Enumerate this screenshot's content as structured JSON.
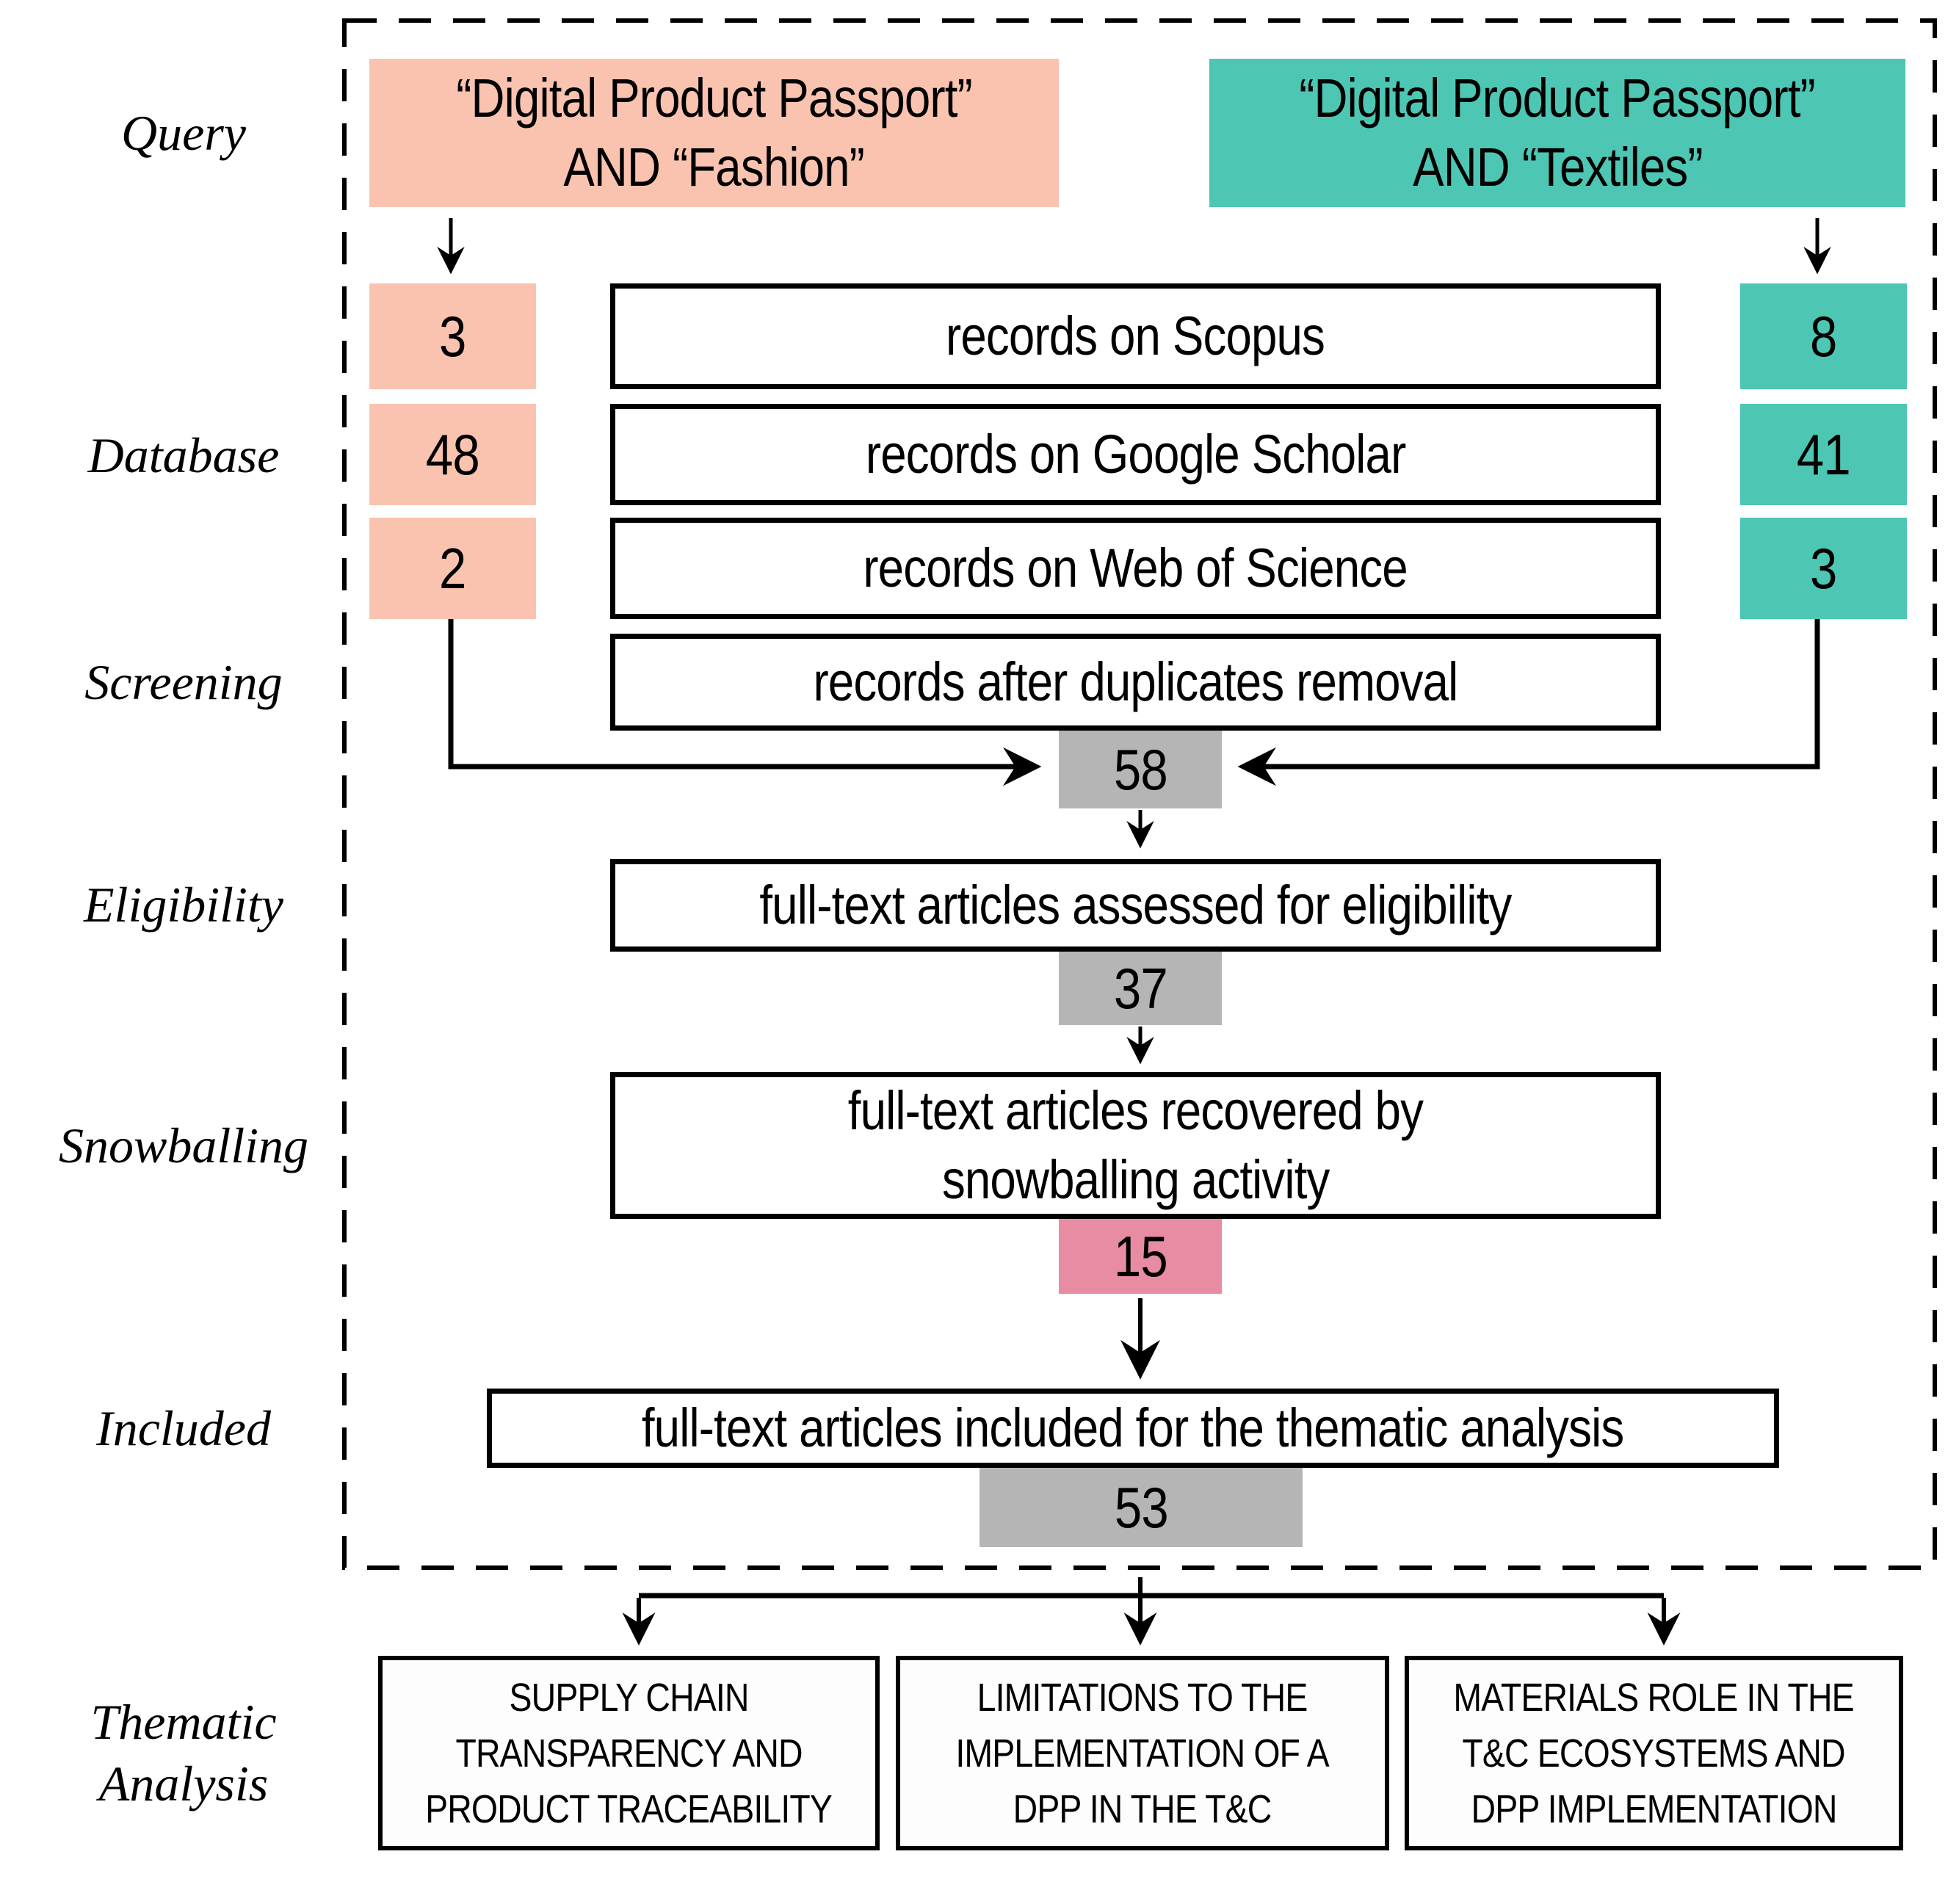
{
  "stage_labels": {
    "query": "Query",
    "database": "Database",
    "screening": "Screening",
    "eligibility": "Eligibility",
    "snowballing": "Snowballing",
    "included": "Included",
    "thematic_line1": "Thematic",
    "thematic_line2": "Analysis"
  },
  "query_boxes": {
    "fashion": {
      "line1": "“Digital Product Passport”",
      "line2": "AND “Fashion”"
    },
    "textiles": {
      "line1": "“Digital Product Passport”",
      "line2": "AND “Textiles”"
    }
  },
  "database_rows": [
    {
      "label": "records on Scopus",
      "fashion_count": "3",
      "textiles_count": "8"
    },
    {
      "label": "records on Google Scholar",
      "fashion_count": "48",
      "textiles_count": "41"
    },
    {
      "label": "records on Web of Science",
      "fashion_count": "2",
      "textiles_count": "3"
    }
  ],
  "screening": {
    "box_label": "records after duplicates removal",
    "count": "58"
  },
  "eligibility": {
    "box_label": "full-text articles assessed for eligibility",
    "count": "37"
  },
  "snowballing": {
    "line1": "full-text articles recovered by",
    "line2": "snowballing activity",
    "count": "15"
  },
  "included": {
    "box_label": "full-text articles included for the thematic analysis",
    "count": "53"
  },
  "thematic_boxes": [
    {
      "line1": "SUPPLY CHAIN",
      "line2": "TRANSPARENCY AND",
      "line3": "PRODUCT TRACEABILITY"
    },
    {
      "line1": "LIMITATIONS TO THE",
      "line2": "IMPLEMENTATION OF A",
      "line3": "DPP IN THE T&C"
    },
    {
      "line1": "MATERIALS ROLE IN THE",
      "line2": "T&C ECOSYSTEMS AND",
      "line3": "DPP IMPLEMENTATION"
    }
  ],
  "colors": {
    "salmon": "#FAC3B0",
    "teal": "#4DC7B4",
    "gray": "#B5B5B5",
    "pink": "#E78CA2",
    "line": "#000000"
  }
}
